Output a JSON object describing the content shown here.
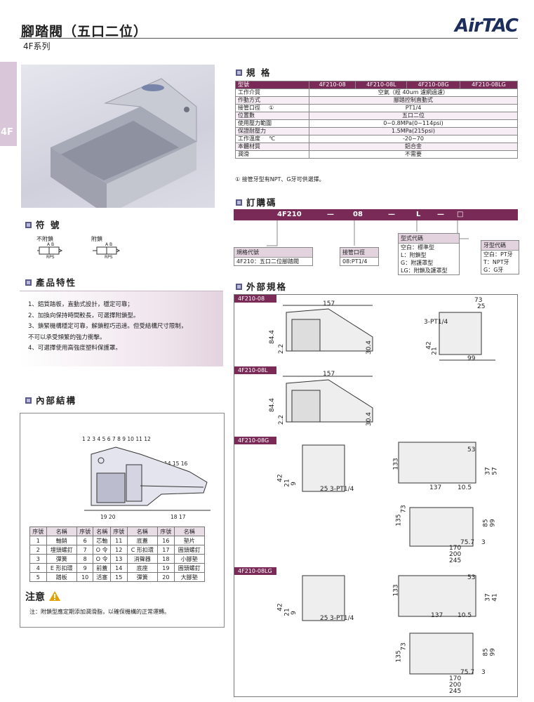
{
  "header": {
    "title": "腳踏閥（五口二位）",
    "series": "4F系列",
    "logo": "AirTAC",
    "side_tab": "4F"
  },
  "sections": {
    "spec": "規 格",
    "order": "訂購碼",
    "symbol": "符 號",
    "features": "產品特性",
    "internal": "內部結構",
    "dimensions": "外部規格",
    "caution": "注意"
  },
  "spec_table": {
    "header": [
      "型號",
      "4F210-08",
      "4F210-08L",
      "4F210-08G",
      "4F210-08LG"
    ],
    "rows": [
      {
        "label": "工作介質",
        "value": "空氣（經 40um 濾網過濾）"
      },
      {
        "label": "作動方式",
        "value": "腳踏控制直動式"
      },
      {
        "label": "接管口徑",
        "label_mark": "①",
        "value": "PT1/4"
      },
      {
        "label": "位置數",
        "value": "五口二位"
      },
      {
        "label": "使用壓力範圍",
        "value": "0~0.8MPa(0~114psi)"
      },
      {
        "label": "保證耐壓力",
        "value": "1.5MPa(215psi)"
      },
      {
        "label": "工作溫度",
        "label_mark": "℃",
        "value": "-20~70"
      },
      {
        "label": "本體材質",
        "value": "鋁合金"
      },
      {
        "label": "潤滑",
        "value": "不需要"
      }
    ],
    "footnote": "① 接管牙型有NPT、G牙可供選擇。"
  },
  "order_code": {
    "bar": [
      "4F210",
      "—",
      "08",
      "—",
      "L",
      "—",
      "□"
    ],
    "model_box": {
      "title": "規格代號",
      "rows": [
        "4F210：五口二位腳踏閥"
      ]
    },
    "port_box": {
      "title": "接管口徑",
      "rows": [
        "08:PT1/4"
      ]
    },
    "type_box": {
      "title": "型式代碼",
      "rows": [
        "空白：標準型",
        "L：附鎖型",
        "G：附護罩型",
        "LG：附鎖及護罩型"
      ]
    },
    "thread_box": {
      "title": "牙型代碼",
      "rows": [
        "空白：PT牙",
        "T：NPT牙",
        "G：G牙"
      ]
    }
  },
  "symbols": {
    "unlocked": "不附鎖",
    "locked": "附鎖",
    "ports_top": "A B",
    "ports_bottom": "RPS"
  },
  "features": [
    "1、鋁質踏板，直動式設計，穩定可靠；",
    "2、加換向保持時間較長，可選擇附鎖型。",
    "3、鎖緊機構穩定可靠，解鎖輕巧迅速。但受結構尺寸限制，",
    "   不可以承受頻繁的強力衝擊。",
    "4、可選擇使用高強度塑料保護罩。"
  ],
  "structure_labels": {
    "top": "1 2 3 4    5 6 7 8 9 10 11 12",
    "right": "13   14   15    16",
    "bottom_left": "19       20",
    "bottom_right": "18       17"
  },
  "parts_table": {
    "header": [
      "序號",
      "名稱",
      "序號",
      "名稱",
      "序號",
      "名稱",
      "序號",
      "名稱"
    ],
    "rows": [
      [
        "1",
        "軸銷",
        "6",
        "芯軸",
        "11",
        "底蓋",
        "16",
        "墊片"
      ],
      [
        "2",
        "埋頭螺釘",
        "7",
        "O 令",
        "12",
        "C 形扣環",
        "17",
        "圓頭螺釘"
      ],
      [
        "3",
        "彈簧",
        "8",
        "O 令",
        "13",
        "消聲器",
        "18",
        "小腳墊"
      ],
      [
        "4",
        "E 形扣環",
        "9",
        "前蓋",
        "14",
        "底座",
        "19",
        "圓頭螺釘"
      ],
      [
        "5",
        "踏板",
        "10",
        "活塞",
        "15",
        "彈簧",
        "20",
        "大腳墊"
      ]
    ]
  },
  "caution_note": "注：附鎖型應定期添加潤滑脂，以確保機構的正常運轉。",
  "dimensions": {
    "views": [
      {
        "label": "4F210-08",
        "dims": [
          "157",
          "84.4",
          "2.2",
          "30.4",
          "73",
          "25",
          "3-PT1/4",
          "42",
          "21",
          "99"
        ]
      },
      {
        "label": "4F210-08L",
        "dims": [
          "157",
          "84.4",
          "2.2",
          "30.4"
        ]
      },
      {
        "label": "4F210-08G",
        "dims": [
          "42",
          "21",
          "9",
          "25",
          "3-PT1/4",
          "53",
          "133",
          "37",
          "57",
          "137",
          "10.5",
          "73",
          "135",
          "85",
          "99",
          "75.7",
          "3",
          "170",
          "200",
          "245"
        ]
      },
      {
        "label": "4F210-08LG",
        "dims": [
          "42",
          "21",
          "9",
          "25",
          "3-PT1/4",
          "53",
          "133",
          "37",
          "41",
          "137",
          "10.5",
          "73",
          "135",
          "85",
          "99",
          "75.7",
          "3",
          "170",
          "200",
          "245"
        ]
      }
    ]
  },
  "colors": {
    "accent": "#7a2a56",
    "logo": "#1d2d5c",
    "caution": "#e8a000"
  }
}
